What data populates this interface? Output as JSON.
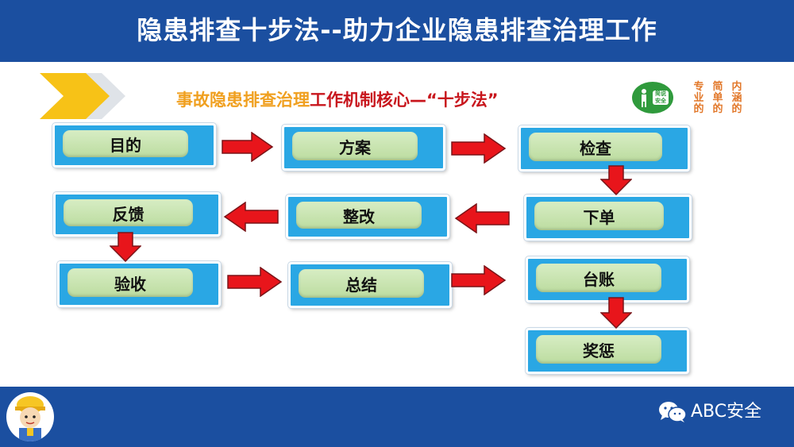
{
  "header": {
    "title": "隐患排查十步法--助力企业隐患排查治理工作"
  },
  "subtitle": {
    "part1": "事故隐患排查治理",
    "part2": "工作机制核心—“十步法”"
  },
  "logo": {
    "badge_text": "简说安全",
    "col1": "专业的",
    "col2": "简单的",
    "col3": "内涵的"
  },
  "steps": {
    "s1": "目的",
    "s2": "方案",
    "s3": "检查",
    "s4": "下单",
    "s5": "整改",
    "s6": "反馈",
    "s7": "验收",
    "s8": "总结",
    "s9": "台账",
    "s10": "奖惩"
  },
  "footer": {
    "brand": "ABC安全"
  },
  "colors": {
    "header_bg": "#1b4fa0",
    "box": "#2aa7e4",
    "pill": "#c8e5b0",
    "arrow": "#e8151b",
    "subtitle_orange": "#f0a020",
    "subtitle_red": "#c8161d"
  }
}
